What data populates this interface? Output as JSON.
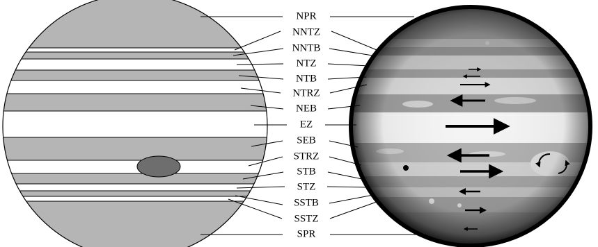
{
  "labels": [
    {
      "id": "npr",
      "text": "NPR"
    },
    {
      "id": "nntz",
      "text": "NNTZ"
    },
    {
      "id": "nntb",
      "text": "NNTB"
    },
    {
      "id": "ntz",
      "text": "NTZ"
    },
    {
      "id": "ntb",
      "text": "NTB"
    },
    {
      "id": "ntrz",
      "text": "NTRZ"
    },
    {
      "id": "neb",
      "text": "NEB"
    },
    {
      "id": "ez",
      "text": "EZ"
    },
    {
      "id": "seb",
      "text": "SEB"
    },
    {
      "id": "strz",
      "text": "STRZ"
    },
    {
      "id": "stb",
      "text": "STB"
    },
    {
      "id": "stz",
      "text": "STZ"
    },
    {
      "id": "sstb",
      "text": "SSTB"
    },
    {
      "id": "sstz",
      "text": "SSTZ"
    },
    {
      "id": "spr",
      "text": "SPR"
    }
  ],
  "colors": {
    "belt": "#b5b5b5",
    "zone": "#ffffff",
    "spot": "#6e6e6e",
    "outline": "#000000"
  }
}
